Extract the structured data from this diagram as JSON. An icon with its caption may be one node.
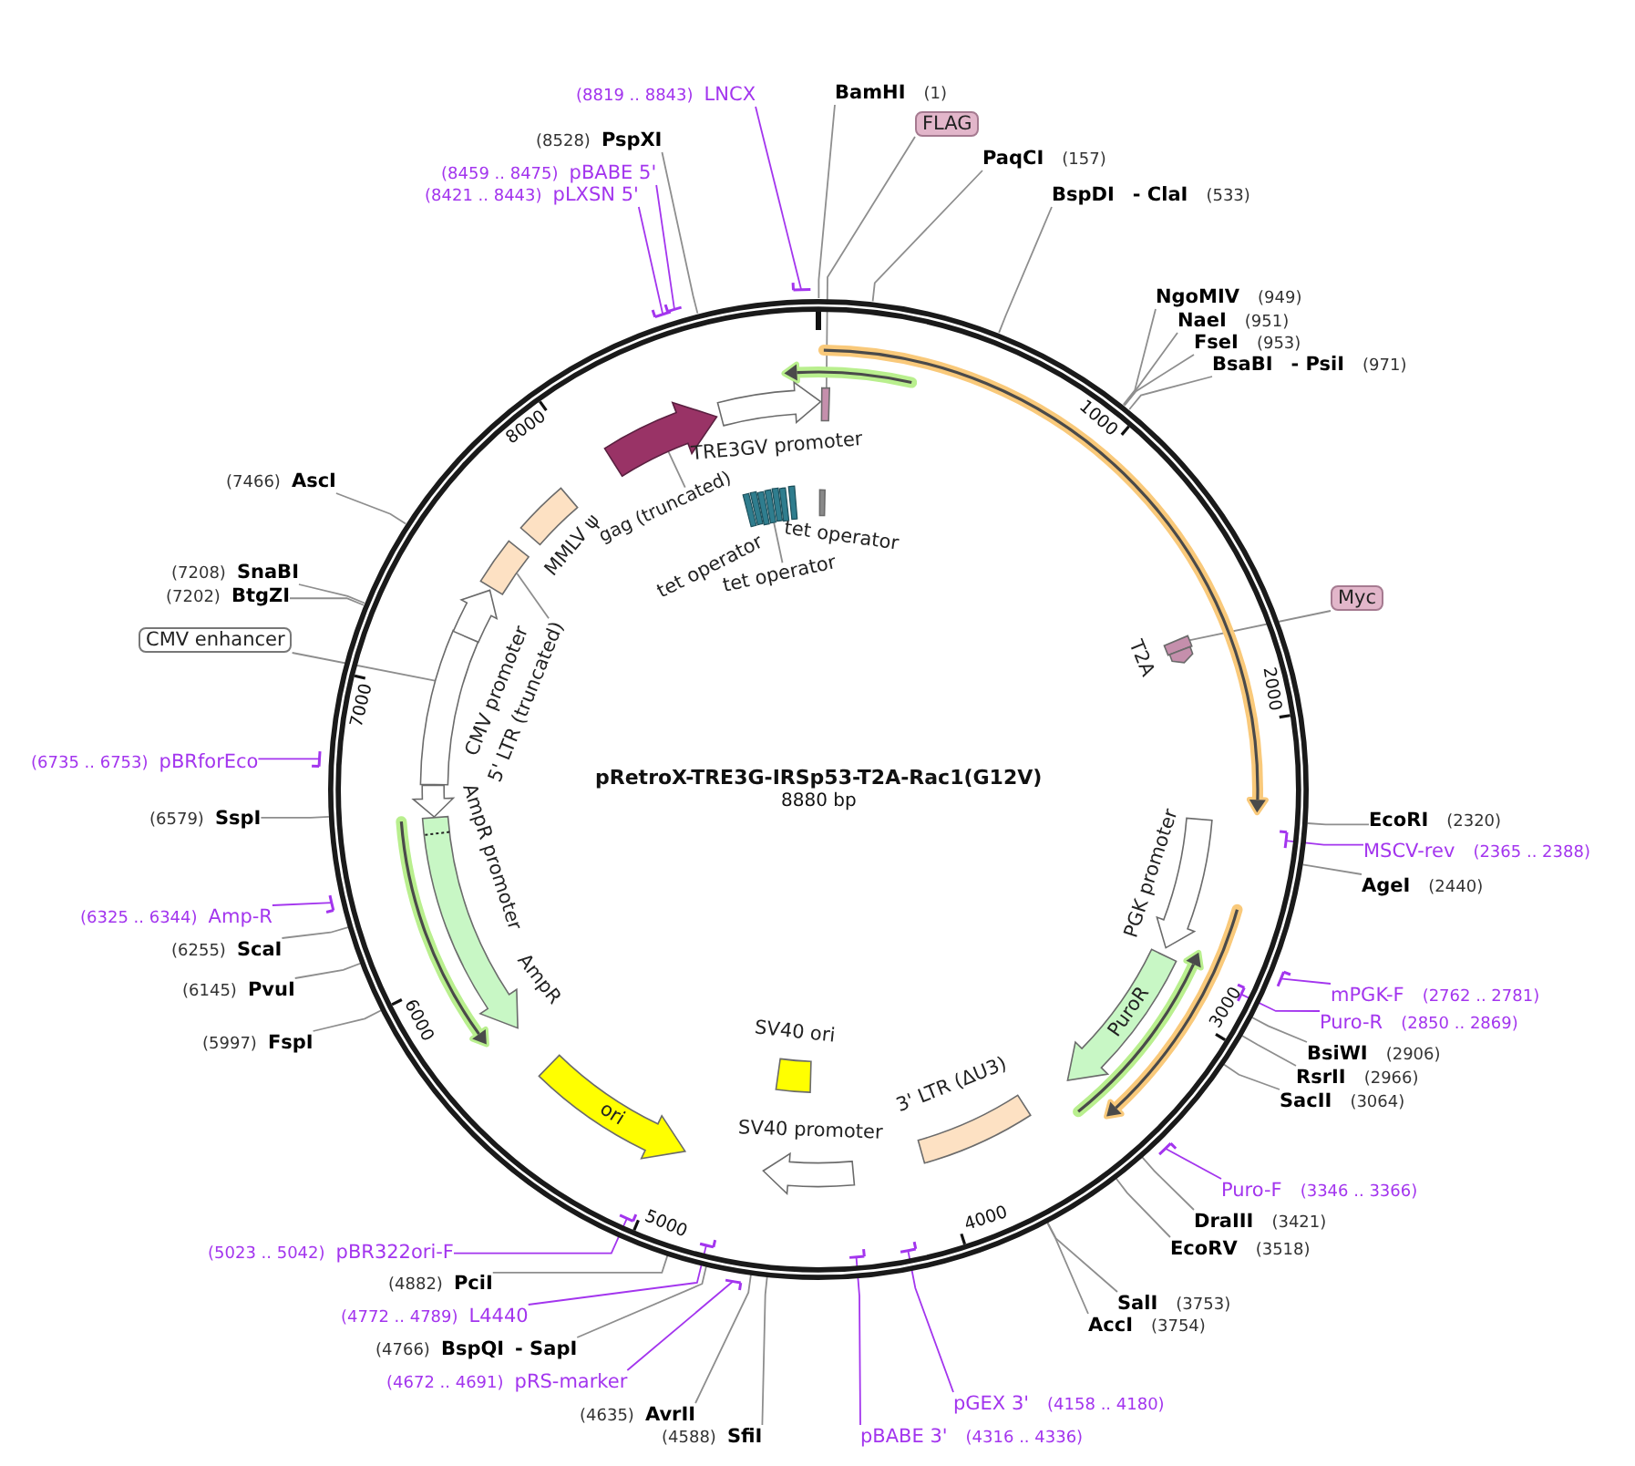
{
  "diagram": {
    "title": "pRetroX-TRE3G-IRSp53-T2A-Rac1(G12V)",
    "nodes": [
      {
        "text": [],
        "shape": "circle"
      },
      {
        "text": [],
        "shape": "box",
        "in": 0
      },
      {
        "text": [],
        "shape": "box",
        "in": 0
      },
      {
        "text": [
          "T2A"
        ],
        "in": 0
      },
      {
        "text": [
          "PGK promoter"
        ],
        "in": 0
      },
      {
        "text": [
          "PuroR"
        ],
        "in": 0
      },
      {
        "text": [
          "3' LTR (ΔU3)"
        ],
        "in": 0
      },
      {
        "text": [
          "SV40 promoter"
        ],
        "in": 0
      },
      {
        "text": [
          "SV40 ori"
        ],
        "in": 0
      },
      {
        "text": [
          "ori"
        ],
        "in": 0
      },
      {
        "text": [
          "AmpR"
        ],
        "in": 0
      },
      {
        "text": [
          "AmpR promoter"
        ],
        "in": 0
      },
      {
        "text": [],
        "shape": "box",
        "in": 0
      },
      {
        "text": [
          "CMV promoter"
        ],
        "in": 0
      },
      {
        "text": [],
        "shape": "box",
        "in": 0
      },
      {
        "text": [
          "5' LTR (truncated)"
        ],
        "in": 0
      },
      {
        "text": [
          "MMLV ψ"
        ],
        "in": 0
      },
      {
        "text": [],
        "shape": "arrow",
        "in": 0
      },
      {
        "text": [
          "gag (truncated)"
        ],
        "in": 0
      },
      {
        "text": [
          "TRE3GV promoter"
        ],
        "in": 0
      },
      {
        "text": [],
        "shape": "box",
        "in": 0
      },
      {
        "text": [
          "tet operator"
        ],
        "in": 0
      },
      {
        "text": [],
        "shape": "bar",
        "in": 0
      },
      {
        "text": [
          "BamHI",
          "(1)"
        ]
      },
      {
        "text": [
          "FLAG"
        ]
      },
      {
        "text": [
          "PaqCI",
          "(157)"
        ]
      },
      {
        "text": [
          "BspDI",
          "- ClaI",
          "(533)"
        ]
      },
      {
        "text": [
          "NgoMIV",
          "(949)"
        ]
      },
      {
        "text": [
          "NaeI",
          "(951)"
        ]
      },
      {
        "text": [
          "FseI",
          "(953)"
        ]
      },
      {
        "text": [
          "BsaBI",
          "- PsiI",
          "(971)"
        ]
      },
      {
        "text": [
          "Myc"
        ]
      },
      {
        "text": [
          "EcoRI",
          "(2320)"
        ]
      },
      {
        "text": [
          "MSCV-rev",
          "(2365 .. 2388)"
        ]
      },
      {
        "text": [],
        "shape": "bar",
        "in": 0
      },
      {
        "text": [
          "AgeI",
          "(2440)"
        ]
      },
      {
        "text": [
          "mPGK-F",
          "(2762 .. 2781)"
        ]
      },
      {
        "text": [],
        "shape": "bar"
      },
      {
        "text": [
          "Puro-R",
          "(2850 .. 2869)"
        ]
      },
      {
        "text": [],
        "shape": "bar",
        "in": 0
      },
      {
        "text": [
          "BsiWI",
          "(2906)"
        ]
      },
      {
        "text": [
          "RsrII",
          "(2966)"
        ]
      },
      {
        "text": [
          "SacII",
          "(3064)"
        ]
      },
      {
        "text": [
          "Puro-F",
          "(3346 .. 3366)"
        ]
      },
      {
        "text": [],
        "shape": "bar"
      },
      {
        "text": [
          "DraIII",
          "(3421)"
        ]
      },
      {
        "text": [
          "EcoRV",
          "(3518)"
        ]
      },
      {
        "text": [
          "SalI",
          "(3753)"
        ]
      },
      {
        "text": [
          "AccI",
          "(3754)"
        ]
      },
      {
        "text": [
          "pGEX 3'",
          "(4158 .. 4180)"
        ]
      },
      {
        "text": [],
        "shape": "bar",
        "in": 0
      },
      {
        "text": [
          "pBABE 3'",
          "(4316 .. 4336)"
        ]
      },
      {
        "text": [],
        "shape": "bar",
        "in": 0
      },
      {
        "text": [
          "(4588)",
          "SfiI"
        ]
      },
      {
        "text": [
          "(4635)",
          "AvrII"
        ]
      },
      {
        "text": [
          "(4672 .. 4691)",
          "pRS-marker"
        ]
      },
      {
        "text": [],
        "shape": "bar"
      },
      {
        "text": [
          "(4766)",
          "BspQI",
          "- SapI"
        ]
      },
      {
        "text": [
          "(4772 .. 4789)",
          "L4440"
        ]
      },
      {
        "text": [],
        "shape": "bar",
        "in": 0
      },
      {
        "text": [
          "(4882)",
          "PciI"
        ]
      },
      {
        "text": [
          "(5023 .. 5042)",
          "pBR322ori-F"
        ]
      },
      {
        "text": [],
        "shape": "bar",
        "in": 0
      },
      {
        "text": [
          "(5997)",
          "FspI"
        ]
      },
      {
        "text": [
          "(6145)",
          "PvuI"
        ]
      },
      {
        "text": [
          "(6255)",
          "ScaI"
        ]
      },
      {
        "text": [
          "(6325 .. 6344)",
          "Amp-R"
        ]
      },
      {
        "text": [],
        "shape": "bar"
      },
      {
        "text": [
          "(6579)",
          "SspI"
        ]
      },
      {
        "text": [
          "(6735 .. 6753)",
          "pBRforEco"
        ]
      },
      {
        "text": [],
        "shape": "bar"
      },
      {
        "text": [
          "CMV enhancer"
        ]
      },
      {
        "text": [
          "(7202)",
          "BtgZI"
        ]
      },
      {
        "text": [
          "(7208)",
          "SnaBI"
        ]
      },
      {
        "text": [
          "(7466)",
          "AscI"
        ]
      },
      {
        "text": [
          "(8421 .. 8443)",
          "pLXSN 5'"
        ]
      },
      {
        "text": [],
        "shape": "bar"
      },
      {
        "text": [
          "(8459 .. 8475)",
          "pBABE 5'"
        ]
      },
      {
        "text": [],
        "shape": "bar"
      },
      {
        "text": [
          "(8528)",
          "PspXI"
        ]
      },
      {
        "text": [
          "(8819 .. 8843)",
          "LNCX"
        ]
      },
      {
        "text": [],
        "shape": "bar"
      }
    ],
    "edges": [
      {
        "from": 15,
        "to": 14,
        "arrow": "none"
      },
      {
        "from": 18,
        "to": 17,
        "arrow": "none"
      },
      {
        "from": 21,
        "to": 20,
        "arrow": "none"
      },
      {
        "from": 23,
        "to": 0,
        "arrow": "none"
      },
      {
        "from": 24,
        "to": 1,
        "arrow": "none"
      },
      {
        "from": 25,
        "to": 0,
        "arrow": "none"
      },
      {
        "from": 26,
        "to": 0,
        "arrow": "none"
      },
      {
        "from": 27,
        "to": 0,
        "arrow": "none"
      },
      {
        "from": 28,
        "to": 0,
        "arrow": "none"
      },
      {
        "from": 29,
        "to": 0,
        "arrow": "none"
      },
      {
        "from": 30,
        "to": 0,
        "arrow": "none"
      },
      {
        "from": 31,
        "to": 2,
        "arrow": "none"
      },
      {
        "from": 32,
        "to": 0,
        "arrow": "none"
      },
      {
        "from": 33,
        "to": 34,
        "arrow": "none",
        "color": "#a335ee"
      },
      {
        "from": 35,
        "to": 0,
        "arrow": "none"
      },
      {
        "from": 36,
        "to": 37,
        "arrow": "none",
        "color": "#a335ee"
      },
      {
        "from": 38,
        "to": 39,
        "arrow": "none",
        "color": "#a335ee"
      },
      {
        "from": 40,
        "to": 0,
        "arrow": "none"
      },
      {
        "from": 41,
        "to": 0,
        "arrow": "none"
      },
      {
        "from": 42,
        "to": 0,
        "arrow": "none"
      },
      {
        "from": 43,
        "to": 44,
        "arrow": "none",
        "color": "#a335ee"
      },
      {
        "from": 45,
        "to": 0,
        "arrow": "none"
      },
      {
        "from": 46,
        "to": 0,
        "arrow": "none"
      },
      {
        "from": 47,
        "to": 0,
        "arrow": "none"
      },
      {
        "from": 48,
        "to": 0,
        "arrow": "none"
      },
      {
        "from": 49,
        "to": 50,
        "arrow": "none",
        "color": "#a335ee"
      },
      {
        "from": 51,
        "to": 52,
        "arrow": "none",
        "color": "#a335ee"
      },
      {
        "from": 53,
        "to": 0,
        "arrow": "none"
      },
      {
        "from": 54,
        "to": 0,
        "arrow": "none"
      },
      {
        "from": 55,
        "to": 56,
        "arrow": "none",
        "color": "#a335ee"
      },
      {
        "from": 57,
        "to": 0,
        "arrow": "none"
      },
      {
        "from": 58,
        "to": 59,
        "arrow": "none",
        "color": "#a335ee"
      },
      {
        "from": 60,
        "to": 0,
        "arrow": "none"
      },
      {
        "from": 61,
        "to": 62,
        "arrow": "none",
        "color": "#a335ee"
      },
      {
        "from": 63,
        "to": 0,
        "arrow": "none"
      },
      {
        "from": 64,
        "to": 0,
        "arrow": "none"
      },
      {
        "from": 65,
        "to": 0,
        "arrow": "none"
      },
      {
        "from": 66,
        "to": 67,
        "arrow": "none",
        "color": "#a335ee"
      },
      {
        "from": 68,
        "to": 0,
        "arrow": "none"
      },
      {
        "from": 69,
        "to": 70,
        "arrow": "none",
        "color": "#a335ee"
      },
      {
        "from": 71,
        "to": 12,
        "arrow": "none"
      },
      {
        "from": 72,
        "to": 0,
        "arrow": "none"
      },
      {
        "from": 73,
        "to": 0,
        "arrow": "none"
      },
      {
        "from": 74,
        "to": 0,
        "arrow": "none"
      },
      {
        "from": 75,
        "to": 76,
        "arrow": "none",
        "color": "#a335ee"
      },
      {
        "from": 77,
        "to": 78,
        "arrow": "none",
        "color": "#a335ee"
      },
      {
        "from": 79,
        "to": 0,
        "arrow": "none"
      },
      {
        "from": 80,
        "to": 81,
        "arrow": "none",
        "color": "#a335ee"
      }
    ],
    "labels": [
      "8880 bp",
      "1000",
      "2000",
      "3000",
      "4000",
      "5000",
      "6000",
      "7000",
      "8000",
      "tet operator",
      "tet operator"
    ]
  }
}
